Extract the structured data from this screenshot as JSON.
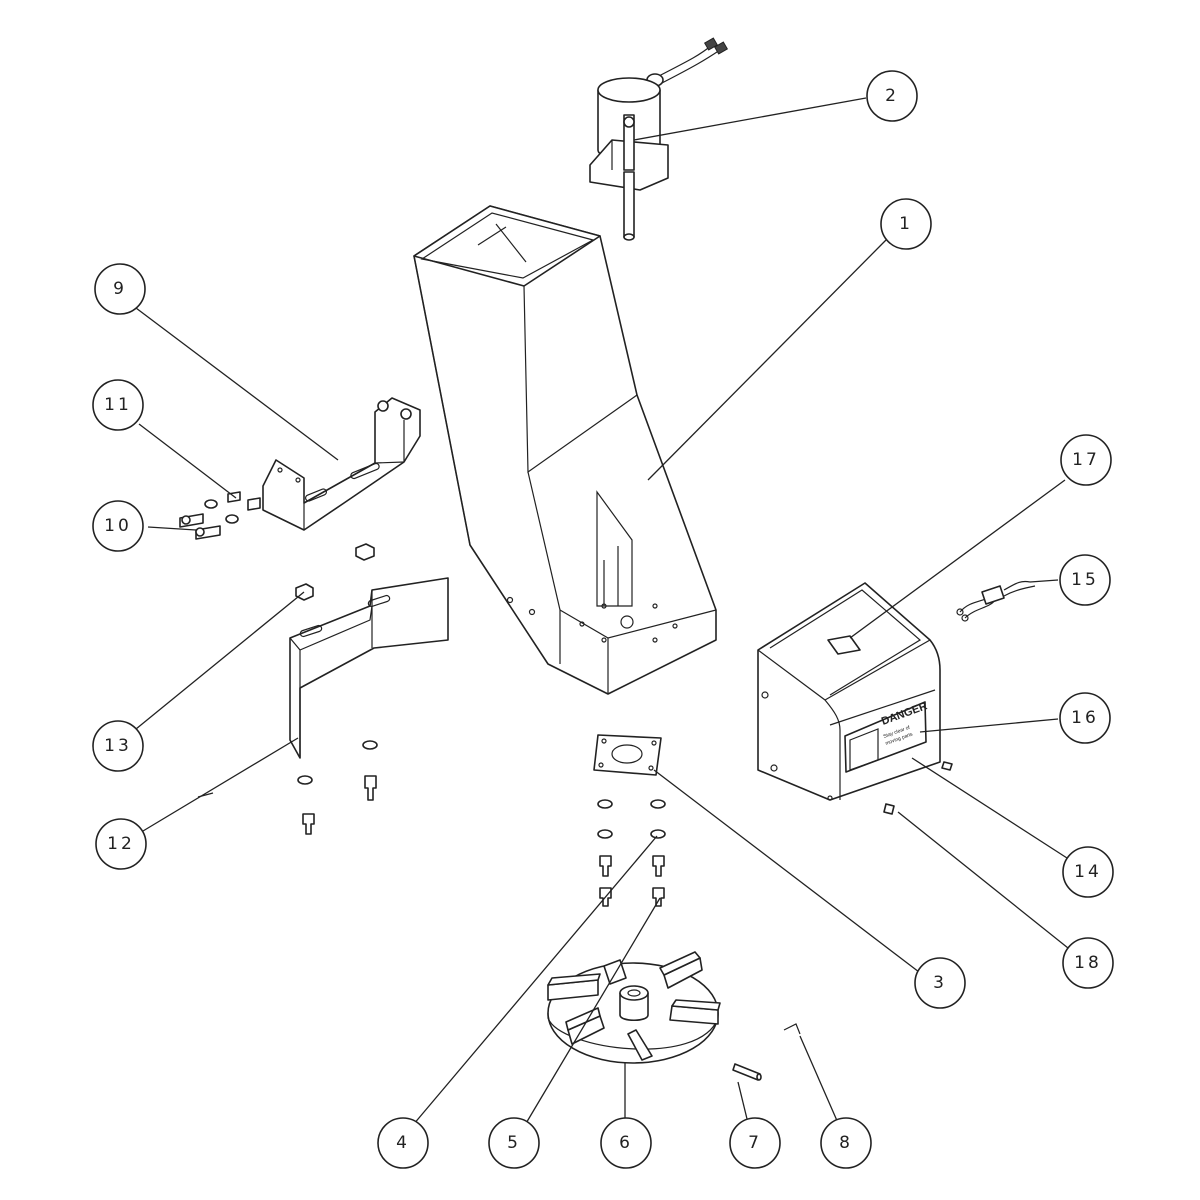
{
  "callouts": [
    {
      "number": "1",
      "part": "chute"
    },
    {
      "number": "2",
      "part": "motor"
    },
    {
      "number": "3",
      "part": "mounting-plate"
    },
    {
      "number": "4",
      "part": "washer"
    },
    {
      "number": "5",
      "part": "bolt"
    },
    {
      "number": "6",
      "part": "spinner-disc"
    },
    {
      "number": "7",
      "part": "pin"
    },
    {
      "number": "8",
      "part": "key"
    },
    {
      "number": "9",
      "part": "upper-bracket"
    },
    {
      "number": "10",
      "part": "bolt"
    },
    {
      "number": "11",
      "part": "washer"
    },
    {
      "number": "12",
      "part": "lower-bracket"
    },
    {
      "number": "13",
      "part": "nut"
    },
    {
      "number": "14",
      "part": "screw"
    },
    {
      "number": "15",
      "part": "switch-harness"
    },
    {
      "number": "16",
      "part": "danger-decal"
    },
    {
      "number": "17",
      "part": "decal"
    },
    {
      "number": "18",
      "part": "screw"
    }
  ],
  "decal_text": {
    "heading": "DANGER",
    "line1": "Stay clear of",
    "line2": "moving parts"
  }
}
